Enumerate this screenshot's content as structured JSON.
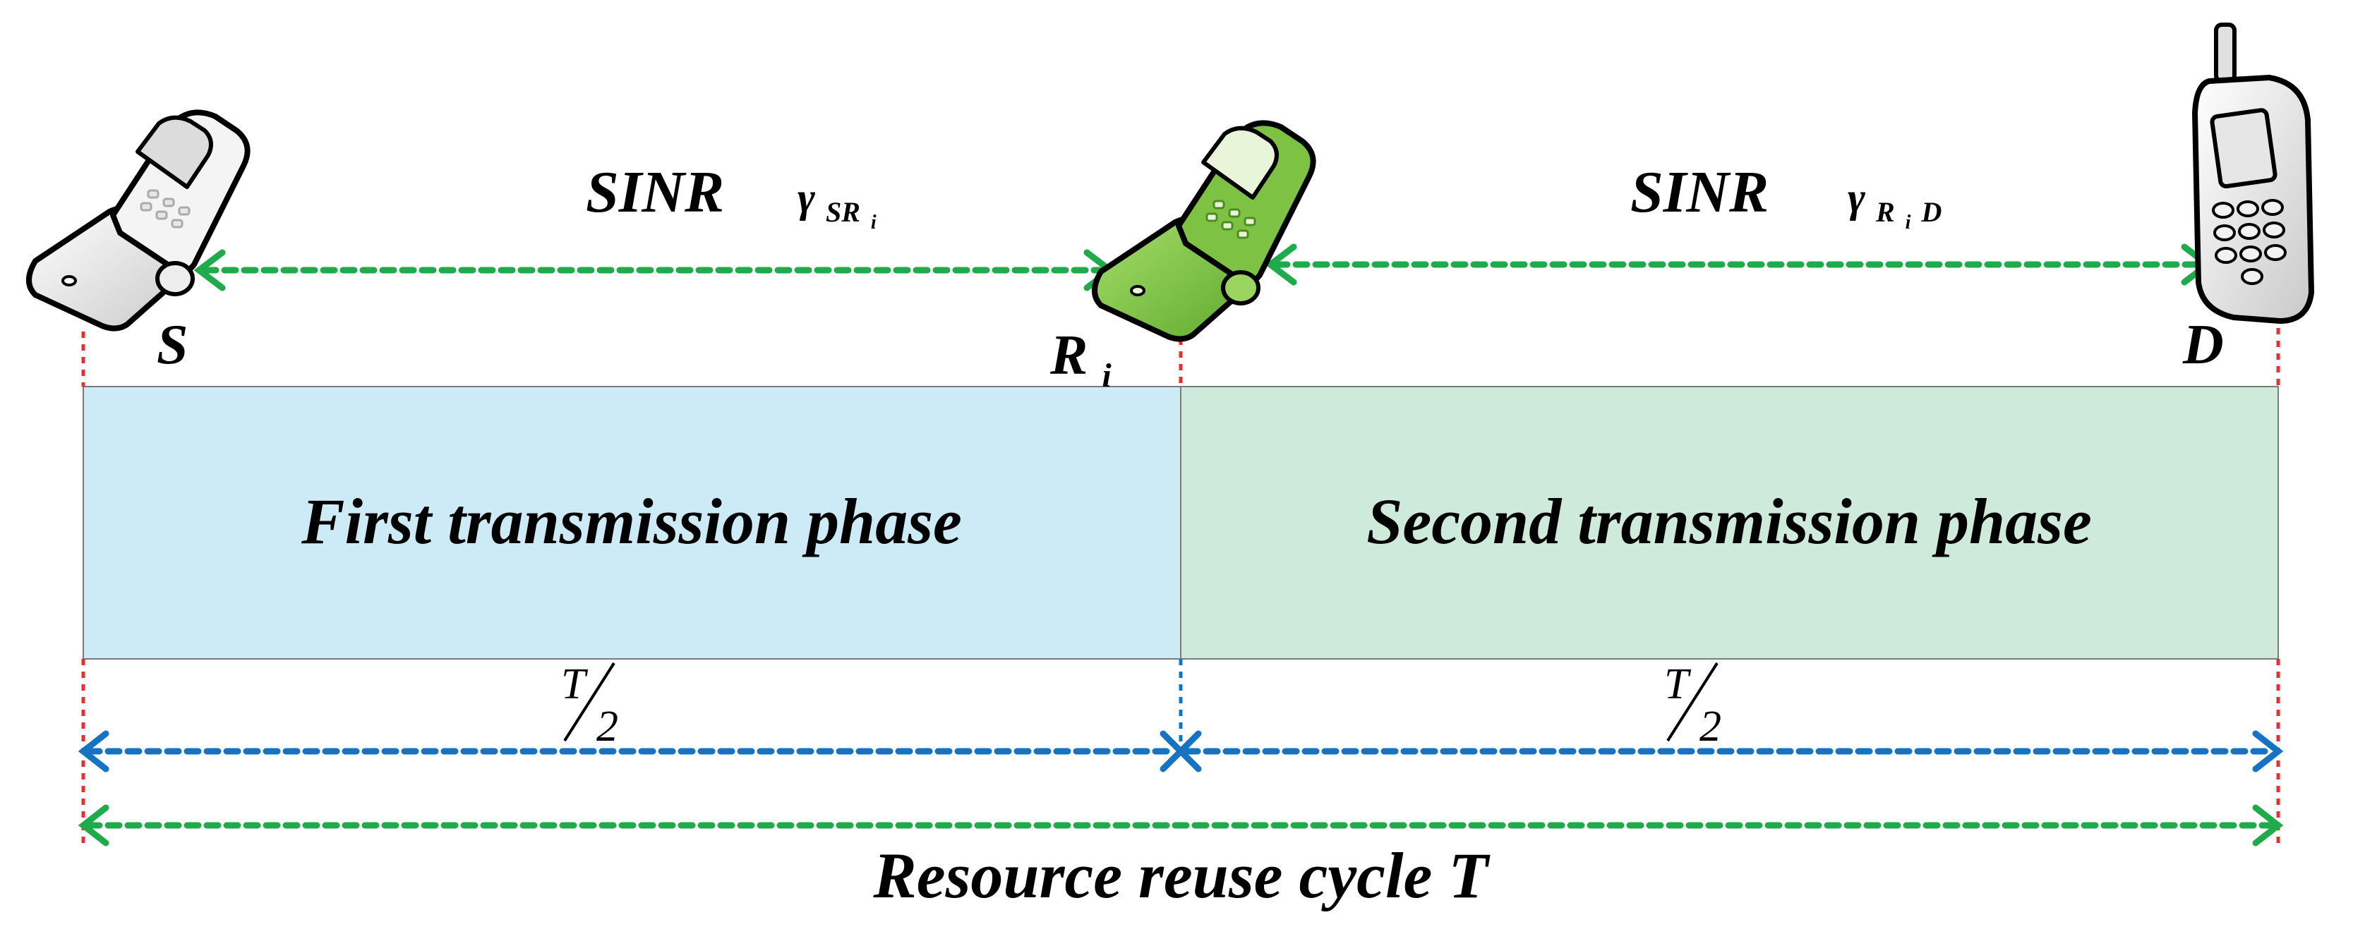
{
  "nodes": {
    "source": {
      "label": "S"
    },
    "relay": {
      "label": "R",
      "sub": "i"
    },
    "destination": {
      "label": "D"
    }
  },
  "links": {
    "first": {
      "metric": "SINR",
      "symbol": "γ",
      "sub": "SR",
      "sub2": "i"
    },
    "second": {
      "metric": "SINR",
      "symbol": "γ",
      "sub": "R",
      "sub2": "i",
      "sub3": "D"
    }
  },
  "phases": {
    "first": {
      "label": "First transmission phase",
      "color": "#cdeaf7"
    },
    "second": {
      "label": "Second transmission phase",
      "color": "#cdeadb"
    }
  },
  "durations": {
    "first": {
      "numerator": "T",
      "denominator": "2"
    },
    "second": {
      "numerator": "T",
      "denominator": "2"
    }
  },
  "cycle": {
    "label": "Resource reuse cycle T"
  },
  "colors": {
    "green_link": "#1faa4b",
    "blue_link": "#1673c4",
    "red_guide": "#e53030",
    "relay_phone": "#7dc242",
    "phone_outline": "#000000"
  }
}
